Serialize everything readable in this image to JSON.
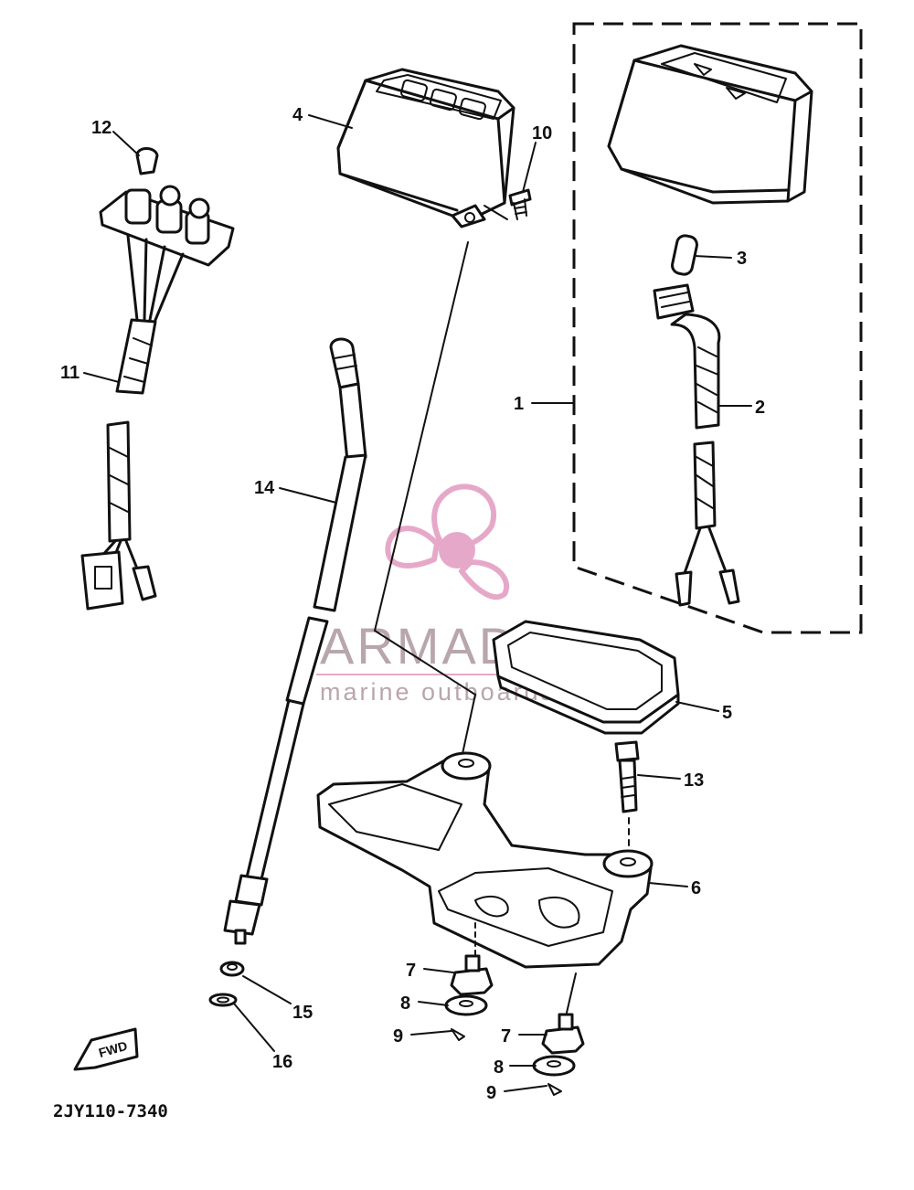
{
  "diagram_code": "2JY110-7340",
  "fwd_label": "FWD",
  "watermark": {
    "name": "ARMADA",
    "tagline": "marine outboards",
    "color": "#e6a8c9",
    "text_color": "#b9a6ad"
  },
  "callouts": [
    "1",
    "2",
    "3",
    "4",
    "5",
    "6",
    "7",
    "8",
    "9",
    "10",
    "11",
    "12",
    "13",
    "14",
    "15",
    "16",
    "7",
    "8",
    "9"
  ]
}
